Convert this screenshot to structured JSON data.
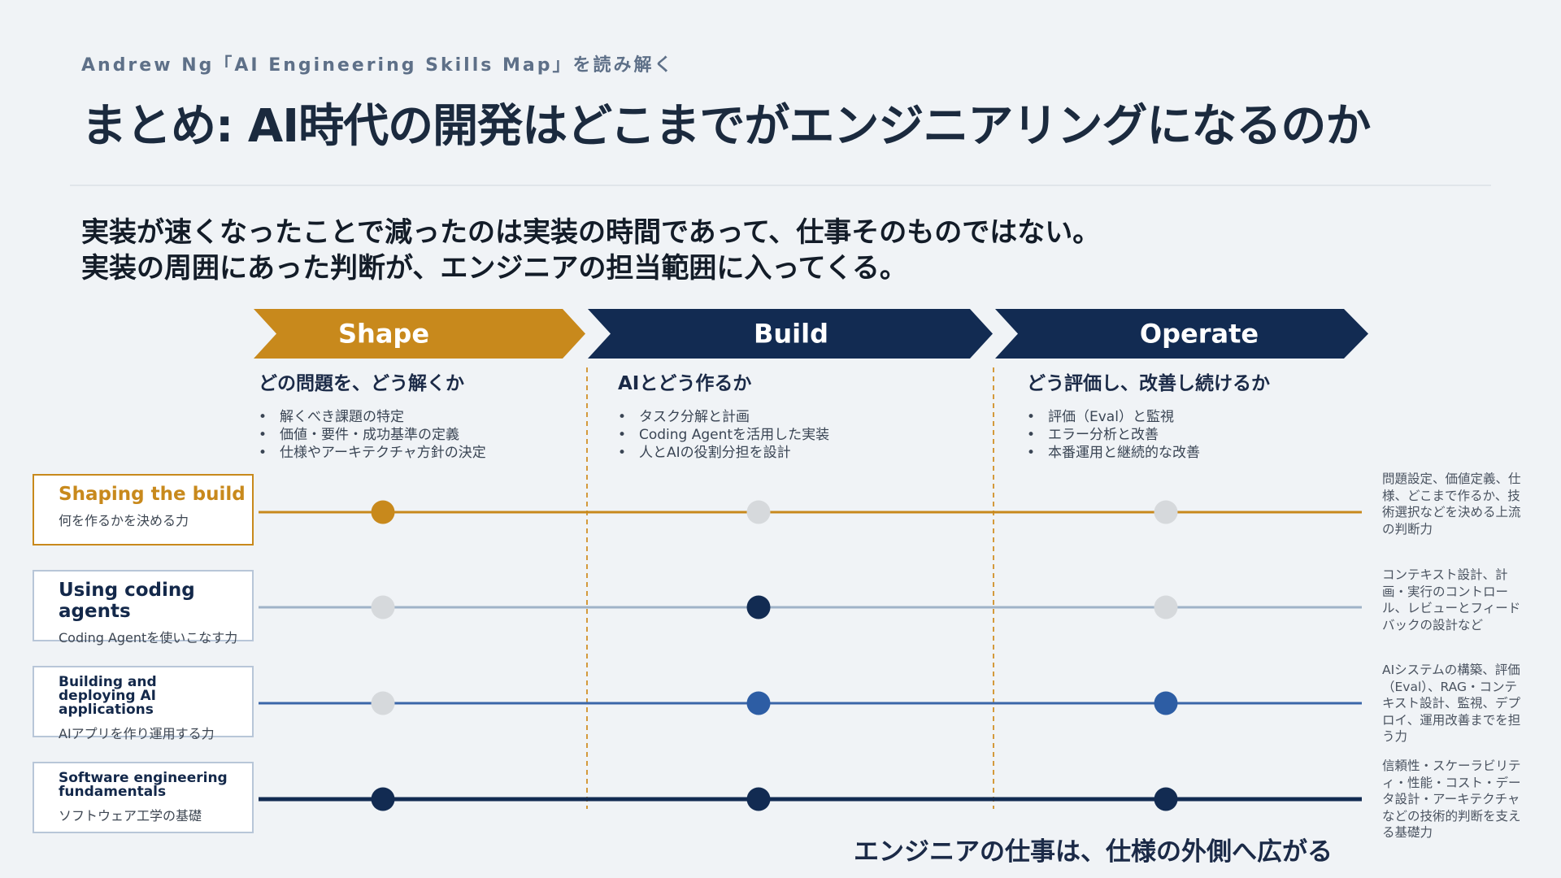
{
  "header": {
    "kicker": "Andrew Ng「AI Engineering Skills Map」を読み解く",
    "title": "まとめ: AI時代の開発はどこまでがエンジニアリングになるのか"
  },
  "lead": {
    "line1": "実装が速くなったことで減ったのは実装の時間であって、仕事そのものではない。",
    "line2": "実装の周囲にあった判断が、エンジニアの担当範囲に入ってくる。"
  },
  "phases": [
    {
      "label": "Shape",
      "color": "#c8891c",
      "subtitle": "どの問題を、どう解くか",
      "items": [
        "解くべき課題の特定",
        "価値・要件・成功基準の定義",
        "仕様やアーキテクチャ方針の決定"
      ]
    },
    {
      "label": "Build",
      "color": "#122b52",
      "subtitle": "AIとどう作るか",
      "items": [
        "タスク分解と計画",
        "Coding Agentを活用した実装",
        "人とAIの役割分担を設計"
      ]
    },
    {
      "label": "Operate",
      "color": "#122b52",
      "subtitle": "どう評価し、改善し続けるか",
      "items": [
        "評価（Eval）と監視",
        "エラー分析と改善",
        "本番運用と継続的な改善"
      ]
    }
  ],
  "rows": [
    {
      "title": "Shaping the build",
      "subtitle": "何を作るかを決める力",
      "line_color": "#c8891c",
      "title_color": "#c8891c",
      "border_color": "#c8891c",
      "dots": [
        "#c8891c",
        "#d6d9dc",
        "#d6d9dc"
      ],
      "description": "問題設定、価値定義、仕様、どこまで作るか、技術選択などを決める上流の判断力"
    },
    {
      "title": "Using coding agents",
      "subtitle": "Coding Agentを使いこなす力",
      "line_color": "#9fb3c8",
      "title_color": "#13284a",
      "border_color": "#b8c6d8",
      "dots": [
        "#d6d9dc",
        "#122b52",
        "#d6d9dc"
      ],
      "description": "コンテキスト設計、計画・実行のコントロール、レビューとフィードバックの設計など"
    },
    {
      "title": "Building and deploying AI applications",
      "subtitle": "AIアプリを作り運用する力",
      "line_color": "#3a66a8",
      "title_color": "#13284a",
      "border_color": "#b8c6d8",
      "dots": [
        "#d6d9dc",
        "#2d5da4",
        "#2d5da4"
      ],
      "description": "AIシステムの構築、評価（Eval）、RAG・コンテキスト設計、監視、デプロイ、運用改善までを担う力"
    },
    {
      "title": "Software engineering fundamentals",
      "subtitle": "ソフトウェア工学の基礎",
      "line_color": "#122b52",
      "title_color": "#13284a",
      "border_color": "#b8c6d8",
      "dots": [
        "#122b52",
        "#122b52",
        "#122b52"
      ],
      "description": "信頼性・スケーラビリティ・性能・コスト・データ設計・アーキテクチャなどの技術的判断を支える基礎力"
    }
  ],
  "footer": "エンジニアの仕事は、仕様の外側へ広がる",
  "colors": {
    "accent": "#c8891c",
    "navy": "#122b52",
    "background": "#f0f3f6"
  }
}
